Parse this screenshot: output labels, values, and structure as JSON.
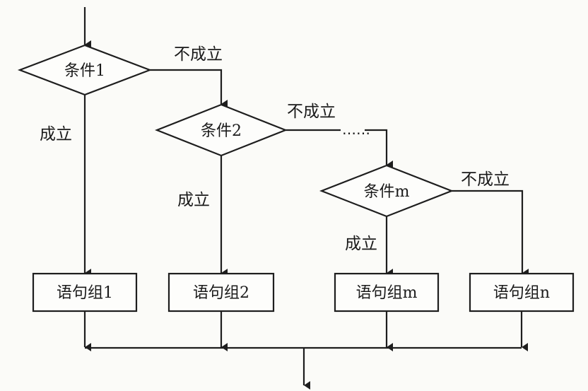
{
  "diagram": {
    "conditions": [
      {
        "label": "条件1",
        "true_label": "成立",
        "false_label": "不成立"
      },
      {
        "label": "条件2",
        "true_label": "成立",
        "false_label": "不成立"
      },
      {
        "label": "条件m",
        "true_label": "成立",
        "false_label": "不成立"
      }
    ],
    "ellipsis": "……",
    "statement_groups": [
      {
        "label": "语句组1"
      },
      {
        "label": "语句组2"
      },
      {
        "label": "语句组m"
      },
      {
        "label": "语句组n"
      }
    ]
  }
}
